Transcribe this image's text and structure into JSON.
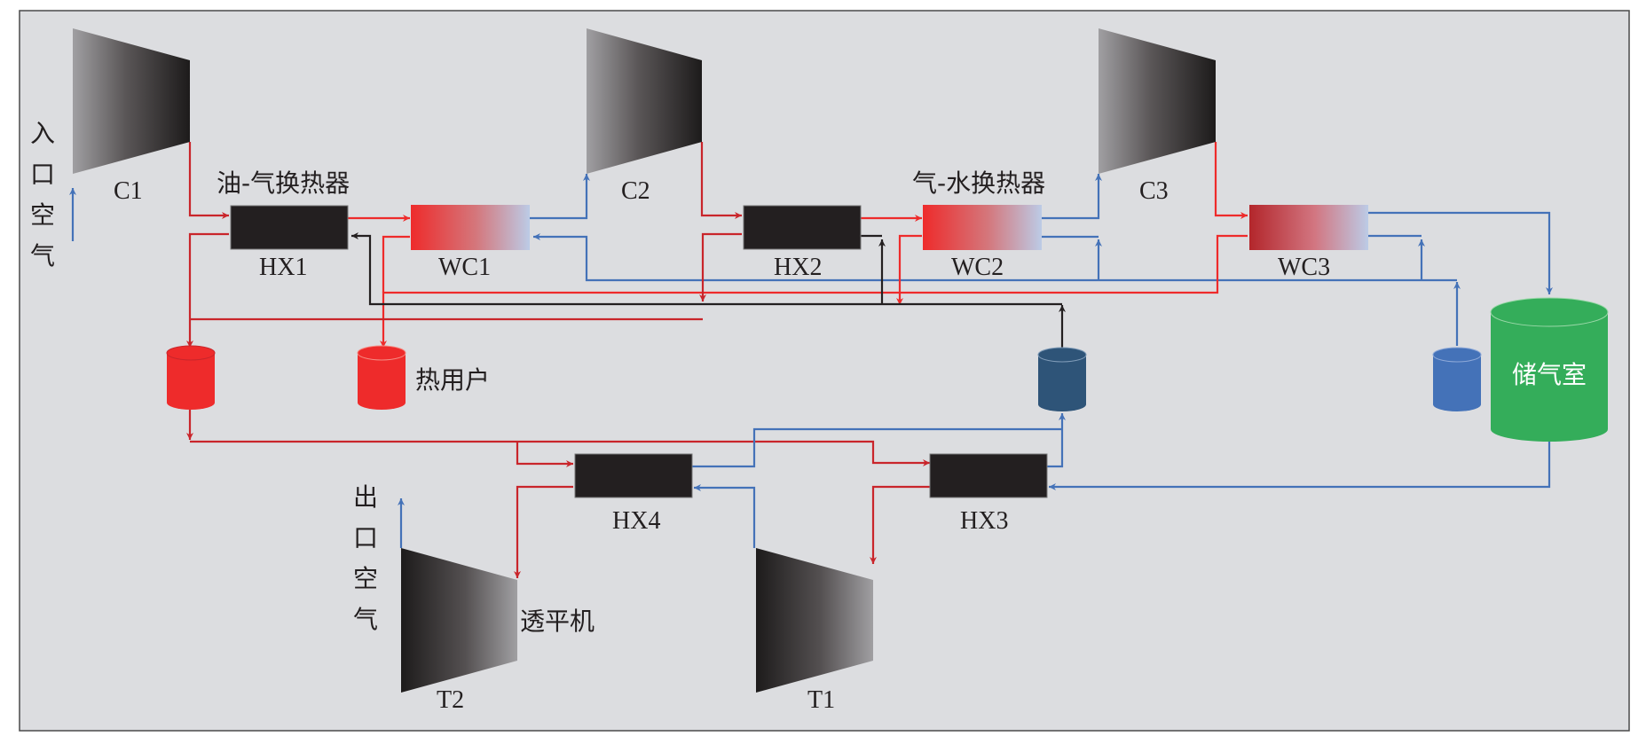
{
  "colors": {
    "background": "#dcdde0",
    "frame": "#4a4a4a",
    "hot_line": "#c9252b",
    "hot_line_bright": "#ee2b2b",
    "cold_line": "#4472b8",
    "black_line": "#231f20",
    "hx_fill": "#231f20",
    "red_tank": "#ee2b2b",
    "dark_blue_tank": "#2e5478",
    "blue_tank": "#4472b8",
    "storage_green": "#34ad5a"
  },
  "labels": {
    "inlet_air": [
      "入",
      "口",
      "空",
      "气"
    ],
    "outlet_air": [
      "出",
      "口",
      "空",
      "气"
    ],
    "oil_gas_hx": "油-气换热器",
    "gas_water_hx": "气-水换热器",
    "heat_user": "热用户",
    "turbine": "透平机",
    "storage": "储气室"
  },
  "components": {
    "compressors": [
      {
        "id": "C1",
        "label": "C1"
      },
      {
        "id": "C2",
        "label": "C2"
      },
      {
        "id": "C3",
        "label": "C3"
      }
    ],
    "turbines": [
      {
        "id": "T1",
        "label": "T1"
      },
      {
        "id": "T2",
        "label": "T2"
      }
    ],
    "oil_heat_exchangers": [
      {
        "id": "HX1",
        "label": "HX1"
      },
      {
        "id": "HX2",
        "label": "HX2"
      },
      {
        "id": "HX3",
        "label": "HX3"
      },
      {
        "id": "HX4",
        "label": "HX4"
      }
    ],
    "water_coolers": [
      {
        "id": "WC1",
        "label": "WC1"
      },
      {
        "id": "WC2",
        "label": "WC2"
      },
      {
        "id": "WC3",
        "label": "WC3"
      }
    ]
  }
}
